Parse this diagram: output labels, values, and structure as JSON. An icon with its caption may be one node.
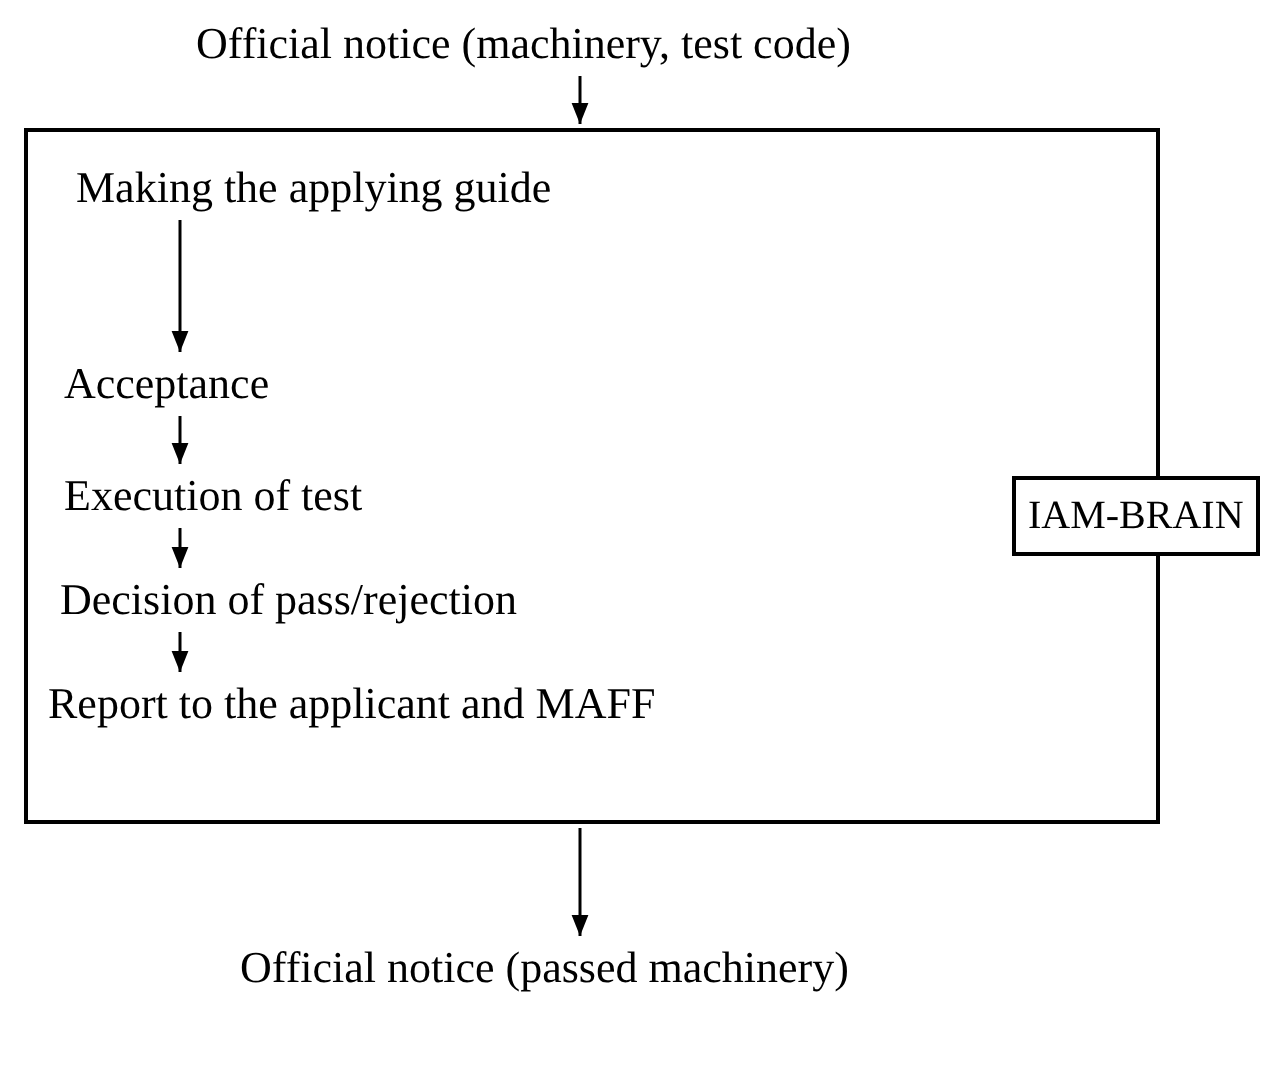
{
  "diagram": {
    "nodes": [
      {
        "text": [
          "Official notice (machinery, test code)"
        ]
      },
      {
        "text": [],
        "shape": "box"
      },
      {
        "text": [
          "Making the applying guide"
        ],
        "in": 1
      },
      {
        "text": [
          "Acceptance"
        ],
        "in": 1
      },
      {
        "text": [
          "Execution of test"
        ],
        "in": 1
      },
      {
        "text": [
          "Decision of pass/rejection"
        ],
        "in": 1
      },
      {
        "text": [
          "Report to the applicant and MAFF"
        ],
        "in": 1
      },
      {
        "text": [
          "IAM-BRAIN"
        ]
      },
      {
        "text": [
          "Official notice (passed machinery)"
        ]
      }
    ],
    "edges": [
      {
        "from": 0,
        "to": 1,
        "arrow": "to"
      },
      {
        "from": 2,
        "to": 3,
        "arrow": "to"
      },
      {
        "from": 3,
        "to": 4,
        "arrow": "to"
      },
      {
        "from": 4,
        "to": 5,
        "arrow": "to"
      },
      {
        "from": 5,
        "to": 6,
        "arrow": "to"
      },
      {
        "from": 1,
        "to": 8,
        "arrow": "to"
      }
    ]
  }
}
